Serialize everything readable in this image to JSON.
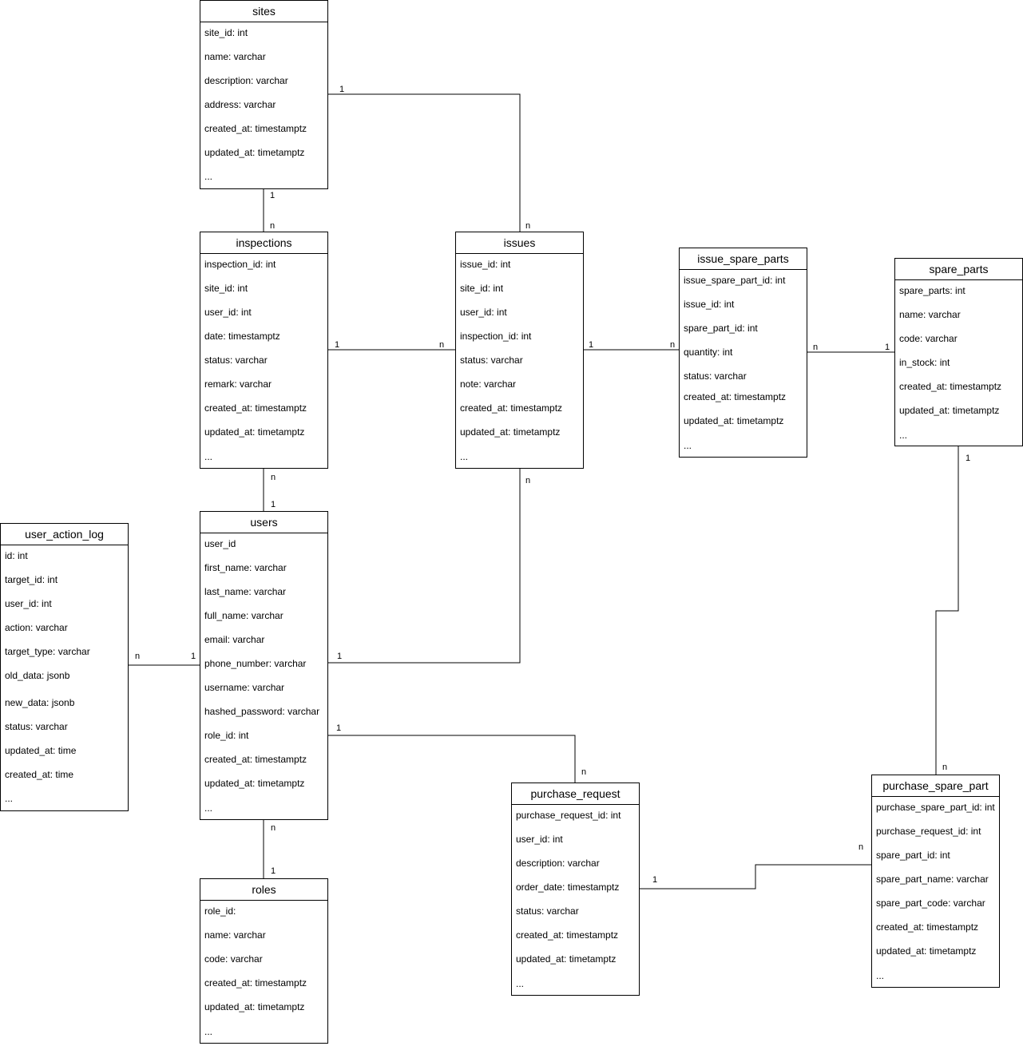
{
  "entities": {
    "sites": {
      "title": "sites",
      "fields": [
        "site_id: int",
        "name: varchar",
        "description: varchar",
        "address: varchar",
        "created_at: timestamptz",
        "updated_at: timetamptz",
        "..."
      ]
    },
    "inspections": {
      "title": "inspections",
      "fields": [
        "inspection_id: int",
        "site_id: int",
        "user_id: int",
        "date: timestamptz",
        "status: varchar",
        "remark: varchar",
        "created_at: timestamptz",
        "updated_at: timetamptz",
        "..."
      ]
    },
    "issues": {
      "title": "issues",
      "fields": [
        "issue_id: int",
        "site_id: int",
        "user_id: int",
        "inspection_id: int",
        "status: varchar",
        "note: varchar",
        "created_at: timestamptz",
        "updated_at: timetamptz",
        "..."
      ]
    },
    "issue_spare_parts": {
      "title": "issue_spare_parts",
      "fields": [
        "issue_spare_part_id: int",
        "issue_id: int",
        "spare_part_id: int",
        "quantity: int",
        "status: varchar",
        "created_at: timestamptz",
        "updated_at: timetamptz",
        "..."
      ]
    },
    "spare_parts": {
      "title": "spare_parts",
      "fields": [
        "spare_parts: int",
        "name: varchar",
        "code: varchar",
        "in_stock: int",
        "created_at: timestamptz",
        "updated_at: timetamptz",
        "..."
      ]
    },
    "user_action_log": {
      "title": "user_action_log",
      "fields": [
        "id: int",
        "target_id: int",
        "user_id: int",
        "action: varchar",
        "target_type: varchar",
        "old_data: jsonb",
        "new_data: jsonb",
        "status: varchar",
        "updated_at: time",
        "created_at: time",
        "..."
      ]
    },
    "users": {
      "title": "users",
      "fields": [
        "user_id",
        "first_name: varchar",
        "last_name: varchar",
        "full_name: varchar",
        "email: varchar",
        "phone_number: varchar",
        "username: varchar",
        "hashed_password: varchar",
        "role_id: int",
        "created_at: timestamptz",
        "updated_at: timetamptz",
        "..."
      ]
    },
    "roles": {
      "title": "roles",
      "fields": [
        "role_id:",
        "name: varchar",
        "code: varchar",
        "created_at: timestamptz",
        "updated_at: timetamptz",
        "..."
      ]
    },
    "purchase_request": {
      "title": "purchase_request",
      "fields": [
        "purchase_request_id: int",
        "user_id: int",
        "description: varchar",
        "order_date: timestamptz",
        "status: varchar",
        "created_at: timestamptz",
        "updated_at: timetamptz",
        "..."
      ]
    },
    "purchase_spare_part": {
      "title": "purchase_spare_part",
      "fields": [
        "purchase_spare_part_id: int",
        "purchase_request_id: int",
        "spare_part_id: int",
        "spare_part_name: varchar",
        "spare_part_code: varchar",
        "created_at: timestamptz",
        "updated_at: timetamptz",
        "..."
      ]
    }
  },
  "relationships": [
    {
      "from": "sites",
      "to": "inspections",
      "from_card": "1",
      "to_card": "n"
    },
    {
      "from": "sites",
      "to": "issues",
      "from_card": "1",
      "to_card": "n"
    },
    {
      "from": "inspections",
      "to": "issues",
      "from_card": "1",
      "to_card": "n"
    },
    {
      "from": "issues",
      "to": "issue_spare_parts",
      "from_card": "1",
      "to_card": "n"
    },
    {
      "from": "issue_spare_parts",
      "to": "spare_parts",
      "from_card": "n",
      "to_card": "1"
    },
    {
      "from": "users",
      "to": "inspections",
      "from_card": "1",
      "to_card": "n"
    },
    {
      "from": "user_action_log",
      "to": "users",
      "from_card": "n",
      "to_card": "1"
    },
    {
      "from": "users",
      "to": "issues",
      "from_card": "1",
      "to_card": "n"
    },
    {
      "from": "users",
      "to": "purchase_request",
      "from_card": "1",
      "to_card": "n"
    },
    {
      "from": "roles",
      "to": "users",
      "from_card": "1",
      "to_card": "n"
    },
    {
      "from": "purchase_request",
      "to": "purchase_spare_part",
      "from_card": "1",
      "to_card": "n"
    },
    {
      "from": "spare_parts",
      "to": "purchase_spare_part",
      "from_card": "1",
      "to_card": "n"
    }
  ]
}
